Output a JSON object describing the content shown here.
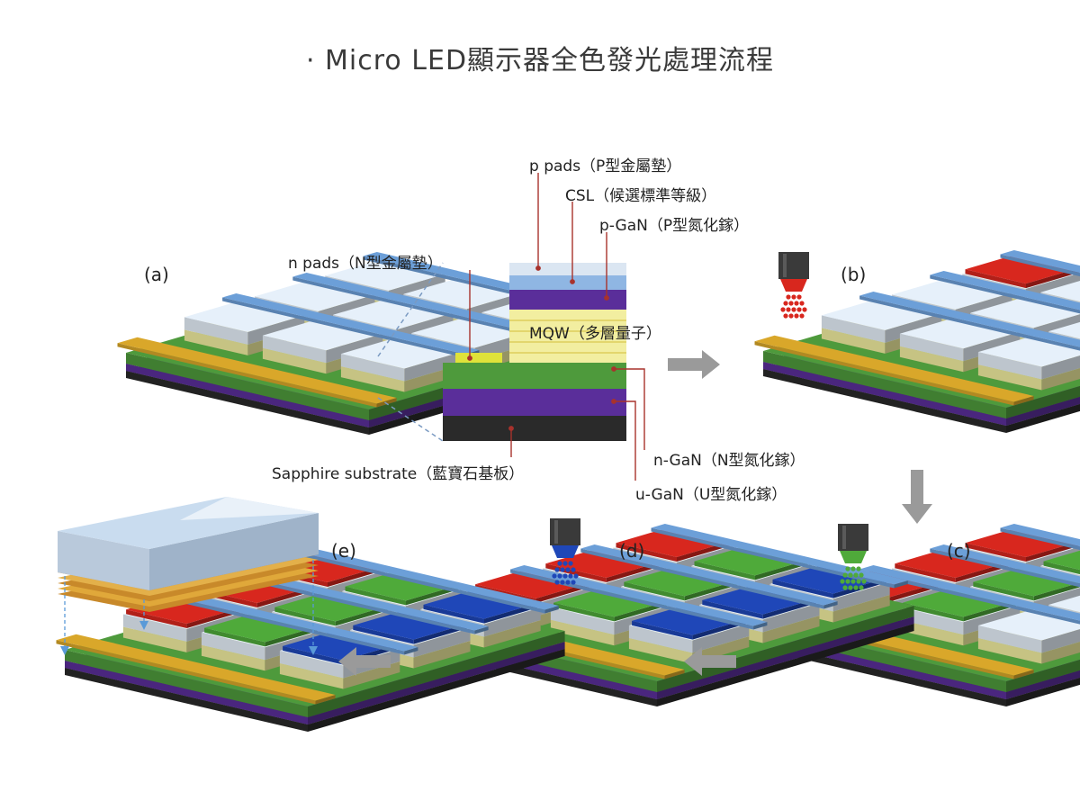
{
  "title": "· Micro LED顯示器全色發光處理流程",
  "layers": {
    "p_pads": "p pads（P型金屬墊）",
    "csl": "CSL（候選標準等級）",
    "p_gan": "p-GaN（P型氮化鎵）",
    "n_pads": "n pads（N型金屬墊）",
    "mqw": "MQW（多層量子）",
    "n_gan": "n-GaN（N型氮化鎵）",
    "u_gan": "u-GaN（U型氮化鎵）",
    "sapphire": "Sapphire substrate（藍寶石基板）"
  },
  "steps": {
    "a": "(a)",
    "b": "(b)",
    "c": "(c)",
    "d": "(d)",
    "e": "(e)"
  },
  "colors": {
    "red": "#d8271e",
    "green": "#4faa3a",
    "blue": "#1f47b8",
    "purple": "#5a2e9a",
    "gan_green": "#4e9a3c",
    "mqw_yellow": "#f2eea0",
    "cell_light": "#e6f0fa",
    "pad_blue": "#6c9fd8",
    "gold": "#d9a72a",
    "sapphire_black": "#2a2a2a",
    "arrow_gray": "#9a9a9a"
  }
}
